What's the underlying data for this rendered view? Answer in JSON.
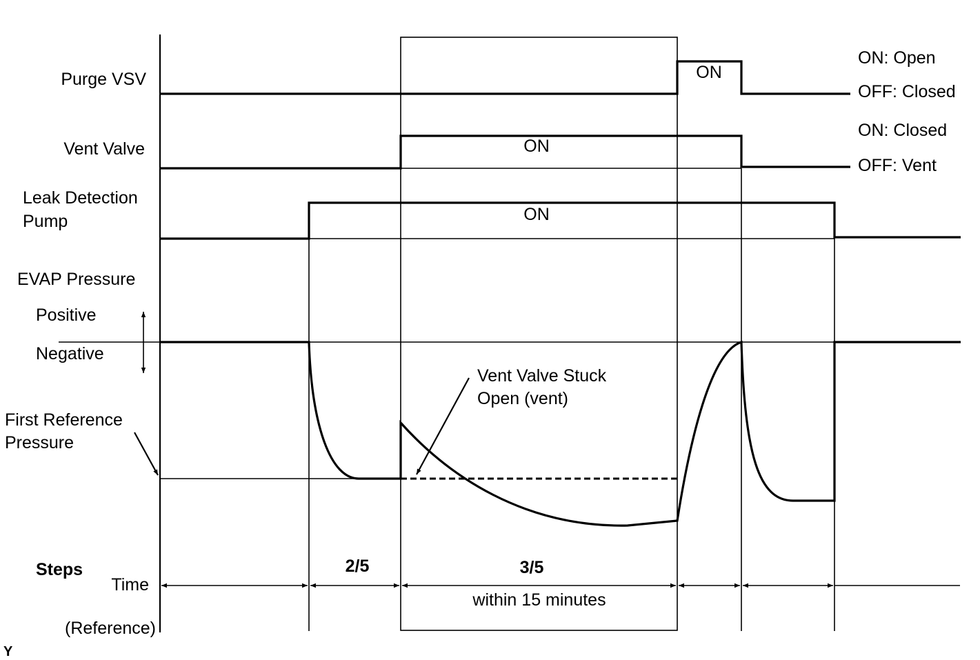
{
  "rows": {
    "purge_vsv": "Purge VSV",
    "vent_valve": "Vent Valve",
    "leak_pump_1": "Leak Detection",
    "leak_pump_2": "Pump",
    "evap_pressure": "EVAP Pressure",
    "positive": "Positive",
    "negative": "Negative",
    "first_ref_1": "First Reference",
    "first_ref_2": "Pressure"
  },
  "states": {
    "purge_on": "ON: Open",
    "purge_off": "OFF: Closed",
    "vent_on": "ON: Closed",
    "vent_off": "OFF: Vent",
    "on_purge": "ON",
    "on_vent": "ON",
    "on_pump": "ON"
  },
  "annotation": {
    "line1": "Vent Valve Stuck",
    "line2": "Open (vent)"
  },
  "steps": {
    "steps_label": "Steps",
    "time_label": "Time",
    "reference_label": "(Reference)",
    "step_2": "2/5",
    "step_3": "3/5",
    "duration": "within 15 minutes"
  },
  "figure_code": "Y"
}
